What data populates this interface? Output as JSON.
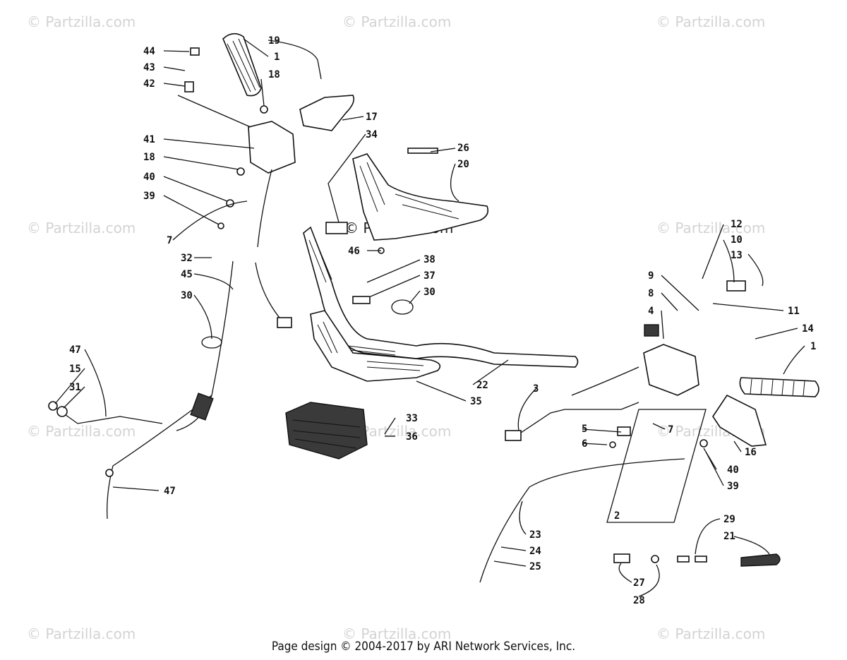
{
  "watermarks": {
    "text": "© Partzilla.com",
    "center_text": "© Partzilla.com"
  },
  "callouts": {
    "c44": "44",
    "c43": "43",
    "c42": "42",
    "c41": "41",
    "c18a": "18",
    "c40a": "40",
    "c39a": "39",
    "c7a": "7",
    "c19": "19",
    "c1a": "1",
    "c18b": "18",
    "c17": "17",
    "c34": "34",
    "c26": "26",
    "c20": "20",
    "c46": "46",
    "c38": "38",
    "c37": "37",
    "c30a": "30",
    "c32": "32",
    "c45": "45",
    "c30b": "30",
    "c47a": "47",
    "c15": "15",
    "c31": "31",
    "c47b": "47",
    "c22": "22",
    "c35": "35",
    "c33": "33",
    "c36": "36",
    "c12": "12",
    "c10": "10",
    "c13": "13",
    "c9": "9",
    "c8": "8",
    "c4": "4",
    "c11": "11",
    "c14": "14",
    "c1b": "1",
    "c3": "3",
    "c5": "5",
    "c6": "6",
    "c7b": "7",
    "c16": "16",
    "c40b": "40",
    "c39b": "39",
    "c2": "2",
    "c23": "23",
    "c24": "24",
    "c25": "25",
    "c29": "29",
    "c21": "21",
    "c27": "27",
    "c28": "28"
  },
  "footer": {
    "text": "Page design © 2004-2017 by ARI Network Services, Inc."
  }
}
